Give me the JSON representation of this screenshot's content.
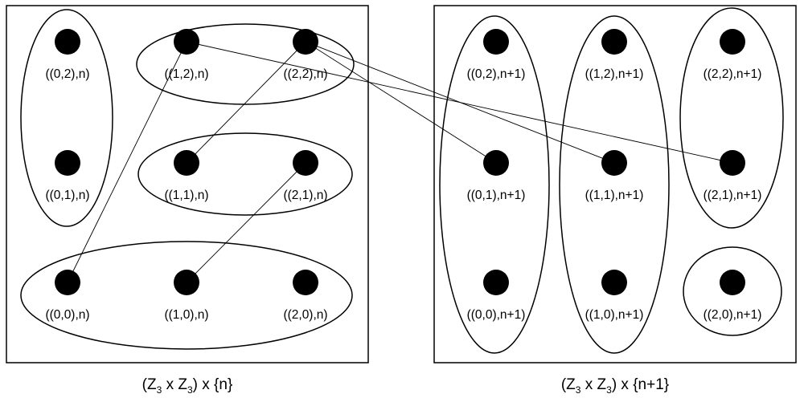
{
  "left_panel": {
    "caption": {
      "part1": "(Z",
      "sub1": "3",
      "part2": " x Z",
      "sub2": "3",
      "part3": ") x {n}"
    },
    "nodes": [
      {
        "id": "L02",
        "label": "((0,2),n)"
      },
      {
        "id": "L12",
        "label": "((1,2),n)"
      },
      {
        "id": "L22",
        "label": "((2,2),n)"
      },
      {
        "id": "L01",
        "label": "((0,1),n)"
      },
      {
        "id": "L11",
        "label": "((1,1),n)"
      },
      {
        "id": "L21",
        "label": "((2,1),n)"
      },
      {
        "id": "L00",
        "label": "((0,0),n)"
      },
      {
        "id": "L10",
        "label": "((1,0),n)"
      },
      {
        "id": "L20",
        "label": "((2,0),n)"
      }
    ]
  },
  "right_panel": {
    "caption": {
      "part1": "(Z",
      "sub1": "3",
      "part2": " x Z",
      "sub2": "3",
      "part3": ") x {n+1}"
    },
    "nodes": [
      {
        "id": "R02",
        "label": "((0,2),n+1)"
      },
      {
        "id": "R12",
        "label": "((1,2),n+1)"
      },
      {
        "id": "R22",
        "label": "((2,2),n+1)"
      },
      {
        "id": "R01",
        "label": "((0,1),n+1)"
      },
      {
        "id": "R11",
        "label": "((1,1),n+1)"
      },
      {
        "id": "R21",
        "label": "((2,1),n+1)"
      },
      {
        "id": "R00",
        "label": "((0,0),n+1)"
      },
      {
        "id": "R10",
        "label": "((1,0),n+1)"
      },
      {
        "id": "R20",
        "label": "((2,0),n+1)"
      }
    ]
  },
  "groups": [
    {
      "name": "left-group-column-0",
      "members": [
        "L02",
        "L01"
      ]
    },
    {
      "name": "left-group-row-2",
      "members": [
        "L12",
        "L22"
      ]
    },
    {
      "name": "left-group-row-1",
      "members": [
        "L11",
        "L21"
      ]
    },
    {
      "name": "left-group-row-0",
      "members": [
        "L00",
        "L10",
        "L20"
      ]
    },
    {
      "name": "right-group-column-0",
      "members": [
        "R02",
        "R01",
        "R00"
      ]
    },
    {
      "name": "right-group-column-1",
      "members": [
        "R12",
        "R11",
        "R10"
      ]
    },
    {
      "name": "right-group-column-2-top",
      "members": [
        "R22",
        "R21"
      ]
    },
    {
      "name": "right-group-single",
      "members": [
        "R20"
      ]
    }
  ],
  "edges": [
    {
      "from": "L12",
      "to": "L00"
    },
    {
      "from": "L22",
      "to": "L11"
    },
    {
      "from": "L21",
      "to": "L10"
    },
    {
      "from": "L12",
      "to": "R21"
    },
    {
      "from": "L22",
      "to": "R01"
    },
    {
      "from": "L22",
      "to": "R11"
    }
  ]
}
